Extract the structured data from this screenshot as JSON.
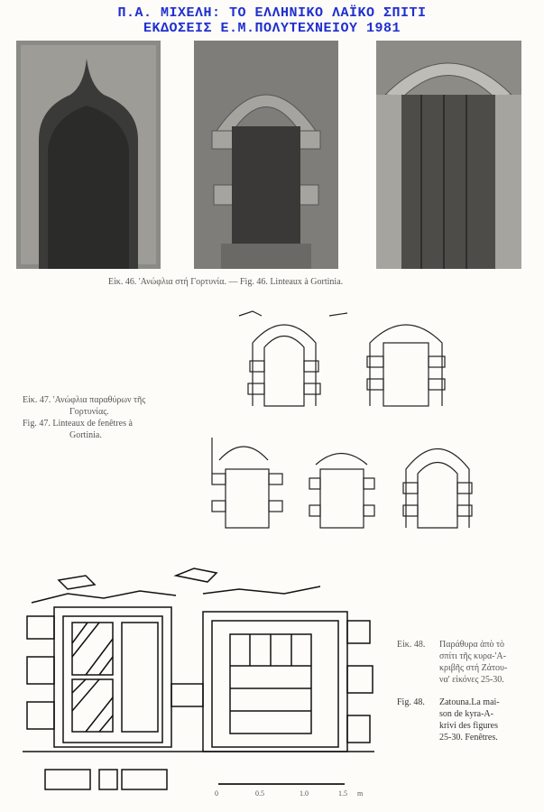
{
  "header": {
    "line1": "Π.Α. ΜΙΧΕΛΗ: ΤΟ ΕΛΛΗΝΙΚΟ ΛΑΪΚΟ ΣΠΙΤΙ",
    "line2": "ΕΚΔΟΣΕΙΣ Ε.Μ.ΠΟΛΥΤΕΧΝΕΙΟΥ 1981"
  },
  "fig46": {
    "caption": "Εἰκ. 46. 'Ανώφλια στή Γορτυνία. — Fig. 46. Linteaux à Gortinia."
  },
  "fig47": {
    "greek_label": "Εἰκ. 47.",
    "greek_text_1": "'Ανώφλια παραθύρων τῆς",
    "greek_text_2": "Γορτυνίας.",
    "french_label": "Fig. 47.",
    "french_text_1": "Linteaux de fenêtres à",
    "french_text_2": "Gortinia."
  },
  "fig48": {
    "greek_label": "Εἰκ. 48.",
    "greek_lines": [
      "Παράθυρα ἀπὸ τὸ",
      "σπίτι τῆς κυρα-'Α-",
      "κριβῆς στή Ζάτου-",
      "να' εἰκόνες 25-30."
    ],
    "french_label": "Fig. 48.",
    "french_lines": [
      "Zatouna.La mai-",
      "son de kyra-A-",
      "krivi des figures",
      "25-30. Fenêtres."
    ]
  },
  "scale": {
    "ticks": [
      "0",
      "0.5",
      "1.0",
      "1.5"
    ],
    "unit": "m"
  }
}
